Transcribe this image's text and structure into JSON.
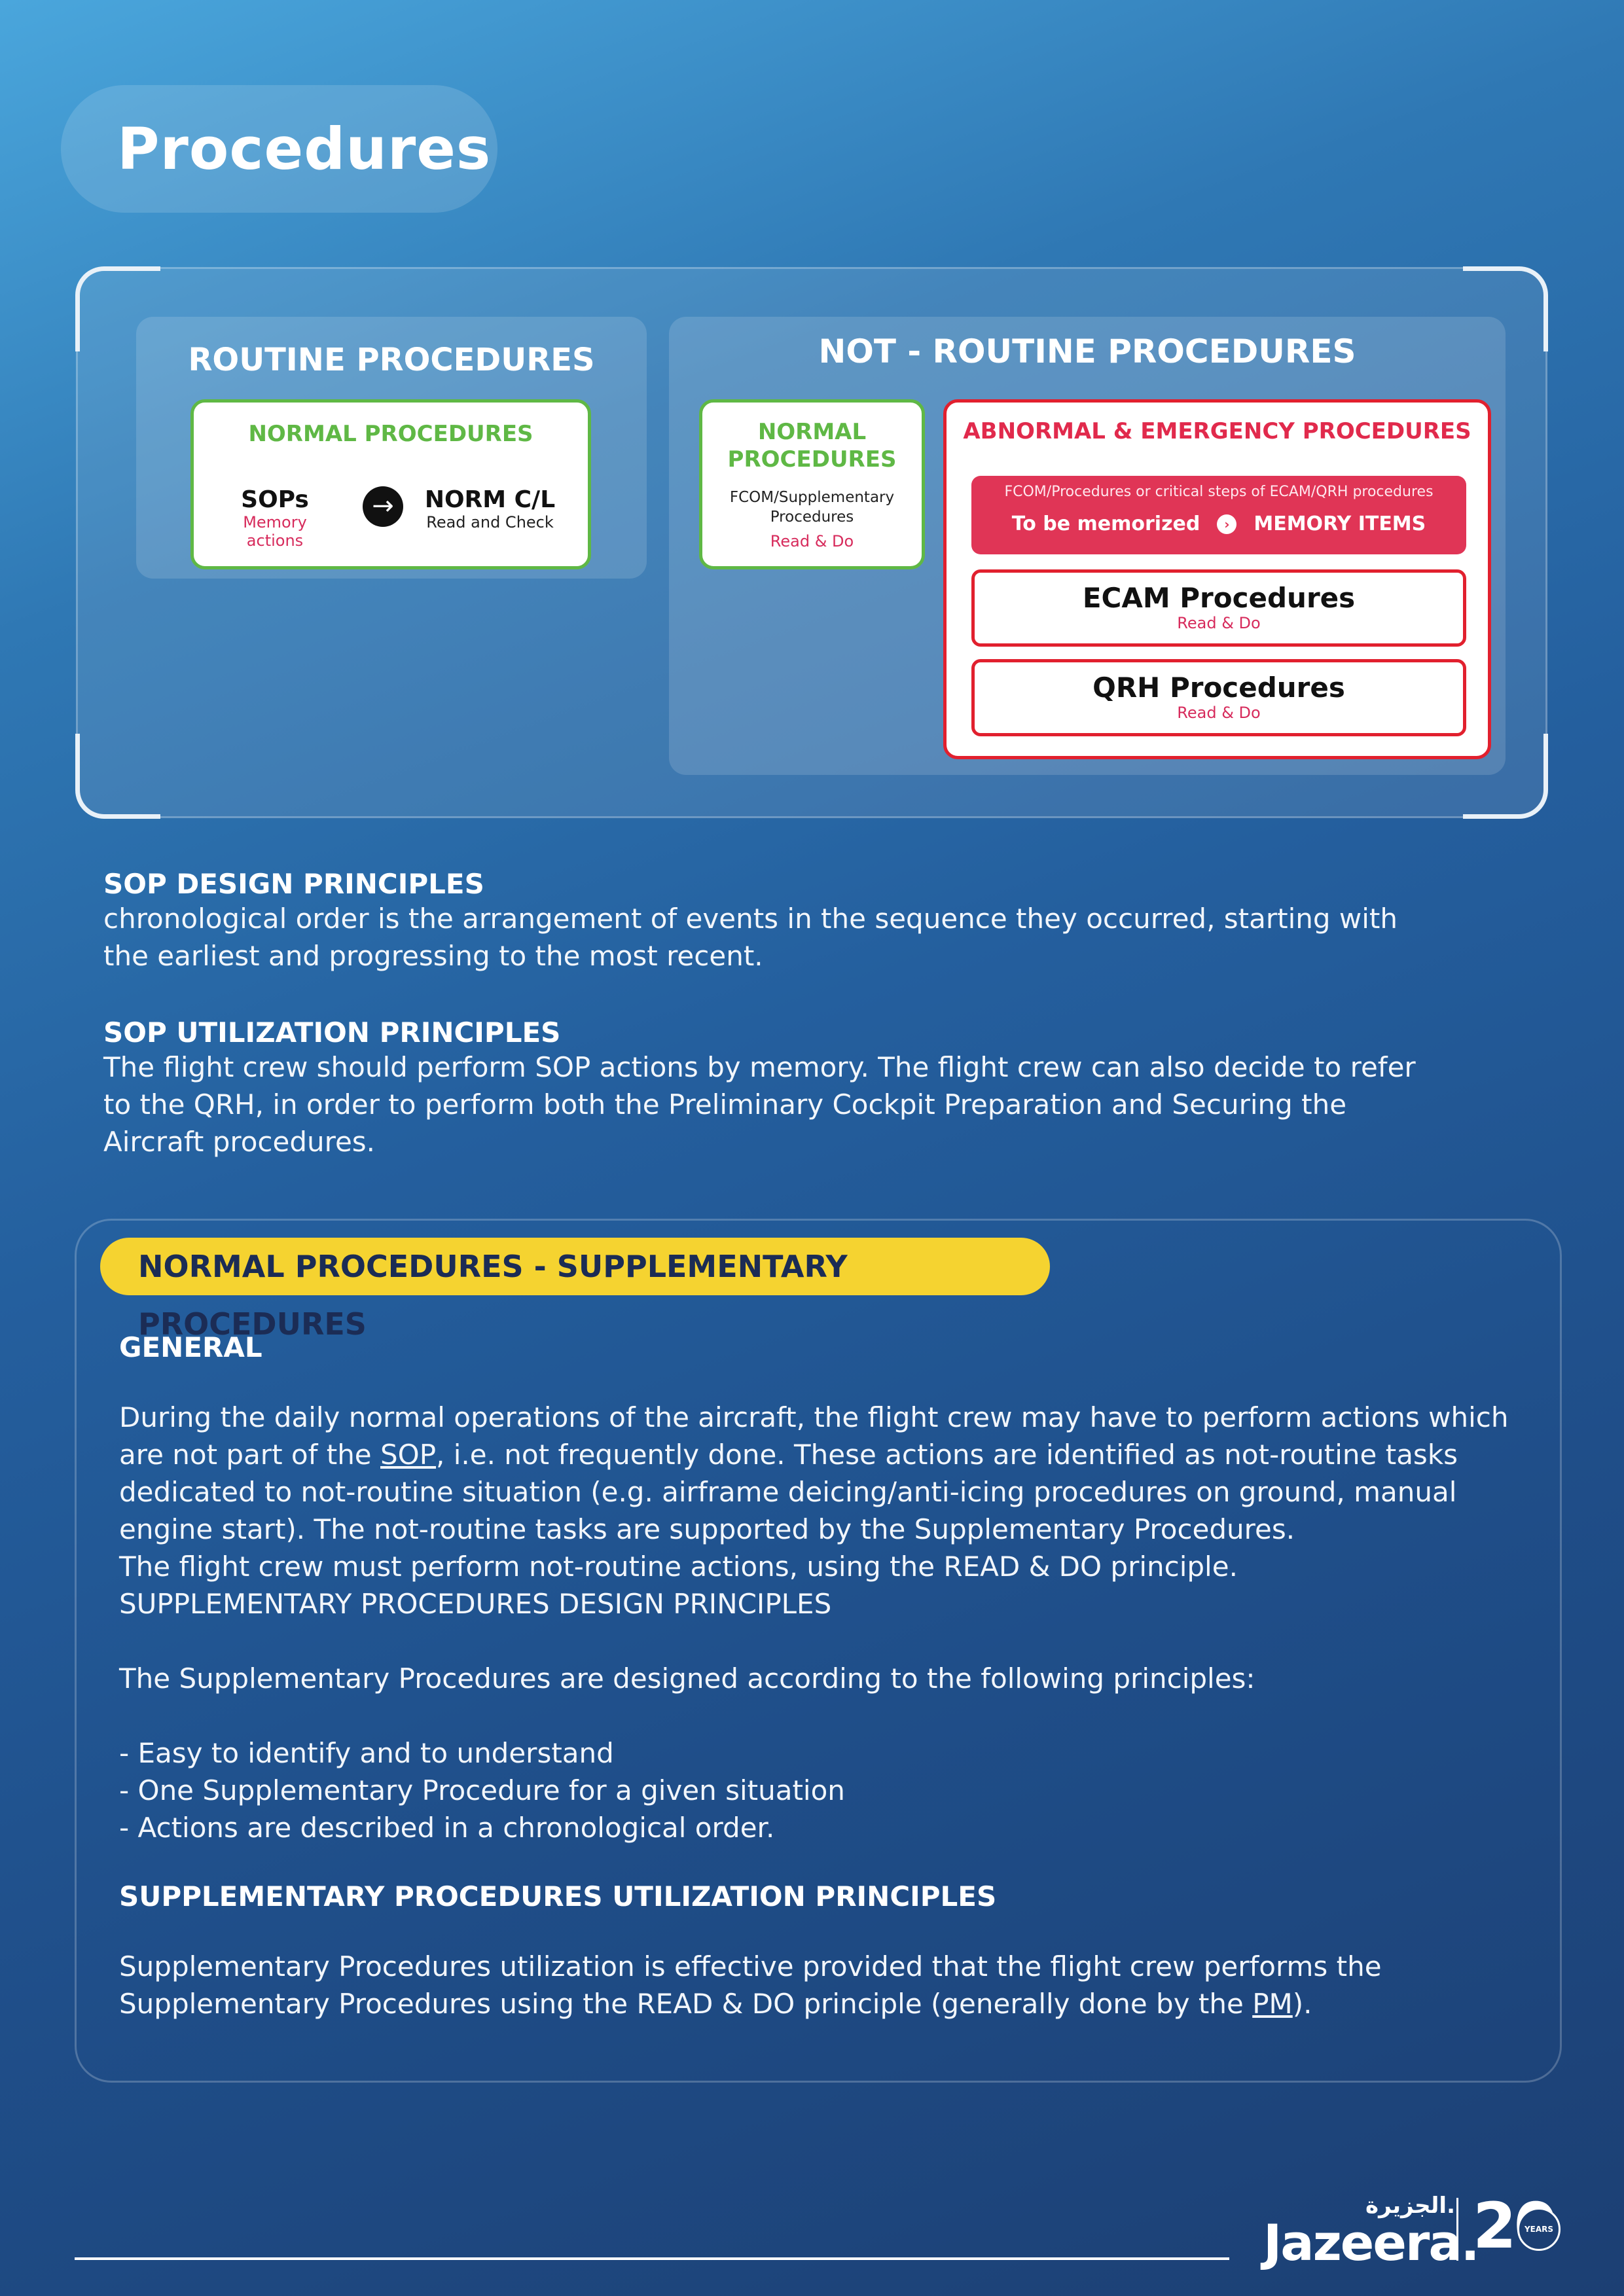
{
  "page": {
    "title": "Procedures"
  },
  "diagram": {
    "routine": {
      "title": "ROUTINE PROCEDURES",
      "card_title": "NORMAL PROCEDURES",
      "left_main": "SOPs",
      "left_sub": "Memory actions",
      "arrow_icon": "→",
      "right_main": "NORM C/L",
      "right_sub": "Read and Check"
    },
    "not_routine": {
      "title": "NOT - ROUTINE PROCEDURES",
      "normal_title_1": "NORMAL",
      "normal_title_2": "PROCEDURES",
      "normal_sub_1": "FCOM/Supplementary",
      "normal_sub_2": "Procedures",
      "normal_read": "Read & Do",
      "abnormal_title": "ABNORMAL & EMERGENCY PROCEDURES",
      "memo_top": "FCOM/Procedures or critical steps of ECAM/QRH procedures",
      "memo_left": "To be memorized",
      "memo_arrow": "›",
      "memo_right": "MEMORY ITEMS",
      "ecam_title": "ECAM Procedures",
      "ecam_read": "Read & Do",
      "qrh_title": "QRH Procedures",
      "qrh_read": "Read & Do"
    }
  },
  "sop_design": {
    "heading": "SOP DESIGN PRINCIPLES",
    "line1": "chronological order is the arrangement of events in the sequence they occurred, starting with",
    "line2": "the earliest and progressing to the most recent."
  },
  "sop_utilization": {
    "heading": "SOP UTILIZATION PRINCIPLES",
    "line1": "The flight crew should perform SOP actions by memory. The flight crew can also decide to refer",
    "line2": "to the QRH, in order to perform both the Preliminary Cockpit Preparation and Securing the",
    "line3": "Aircraft procedures."
  },
  "normal_supplementary": {
    "pill": "NORMAL PROCEDURES - SUPPLEMENTARY PROCEDURES",
    "general_heading": "GENERAL",
    "p1_line1": "During the daily normal operations of the aircraft, the flight crew may have to perform actions which",
    "p1_line2_a": "are not part of the ",
    "p1_line2_link": "SOP",
    "p1_line2_b": ", i.e. not frequently done. These actions are identified as not-routine tasks",
    "p1_line3": "dedicated to not-routine situation (e.g. airframe deicing/anti-icing procedures on ground, manual",
    "p1_line4": "engine start). The not-routine tasks are supported by the Supplementary Procedures.",
    "p1_line5": "The flight crew must perform not-routine actions, using the READ & DO principle.",
    "p1_line6": "SUPPLEMENTARY PROCEDURES DESIGN PRINCIPLES",
    "p2": "The Supplementary Procedures are designed according to the following principles:",
    "bullets": [
      " - Easy to identify and to understand",
      " - One Supplementary Procedure for a given situation",
      " - Actions are described in a chronological order."
    ],
    "util_heading": "SUPPLEMENTARY PROCEDURES UTILIZATION PRINCIPLES",
    "p3_line1": "Supplementary Procedures utilization is effective provided that the flight crew performs the",
    "p3_line2_a": "Supplementary Procedures using the READ & DO principle (generally done by the ",
    "p3_line2_link": "PM",
    "p3_line2_b": ")."
  },
  "footer": {
    "logo_arabic": "الجزيرة.",
    "logo_text": "Jazeera.",
    "anniversary": "20",
    "years_badge": "YEARS"
  }
}
